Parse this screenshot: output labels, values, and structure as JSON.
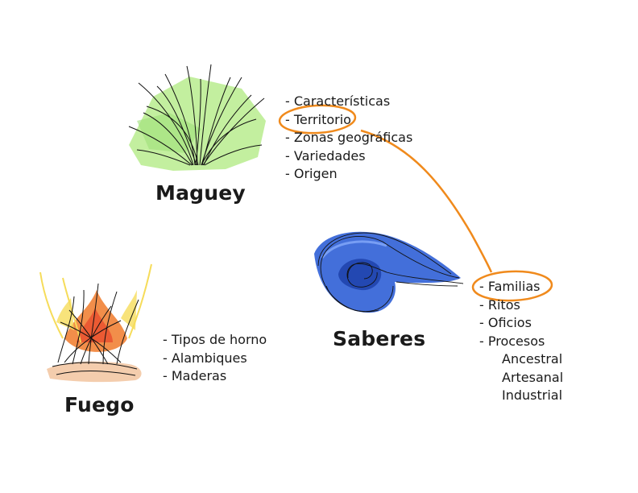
{
  "maguey": {
    "title": "Maguey",
    "items": [
      "- Características",
      "- Territorio",
      "- Zonas geográficas",
      "- Variedades",
      "- Origen"
    ]
  },
  "fuego": {
    "title": "Fuego",
    "items": [
      "- Tipos de horno",
      "- Alambiques",
      "- Maderas"
    ]
  },
  "saberes": {
    "title": "Saberes",
    "items": [
      "- Familias",
      "- Ritos",
      "- Oficios",
      "- Procesos"
    ],
    "procesos": [
      "Ancestral",
      "Artesanal",
      "Industrial"
    ]
  },
  "colors": {
    "highlight": "#f08a1c",
    "agave_fill": "#b9ec8e",
    "saberes_blue": "#2f5fd6",
    "fire_orange": "#f07a2a",
    "fire_yellow": "#f6dc5a"
  }
}
